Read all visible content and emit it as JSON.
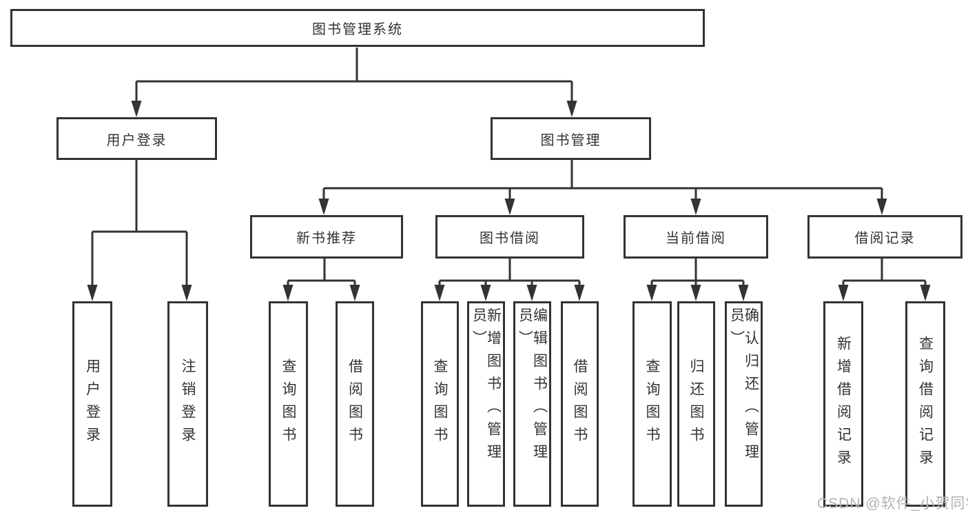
{
  "diagram": {
    "root": {
      "label": "图书管理系统"
    },
    "level2": [
      {
        "label": "用户登录",
        "children": [
          "用户登录",
          "注销登录"
        ]
      },
      {
        "label": "图书管理"
      }
    ],
    "level3": [
      {
        "label": "新书推荐",
        "children": [
          "查询图书",
          "借阅图书"
        ]
      },
      {
        "label": "图书借阅",
        "children": [
          "查询图书",
          "新增图书（管理员）",
          "编辑图书（管理员）",
          "借阅图书"
        ]
      },
      {
        "label": "当前借阅",
        "children": [
          "查询图书",
          "归还图书",
          "确认归还（管理员）"
        ]
      },
      {
        "label": "借阅记录",
        "children": [
          "新增借阅记录",
          "查询借阅记录"
        ]
      }
    ],
    "watermark": "CSDN @软件_小贺同学",
    "colors": {
      "line": "#333333",
      "text": "#333333",
      "watermark": "#b3b3b3",
      "background": "#ffffff"
    }
  }
}
